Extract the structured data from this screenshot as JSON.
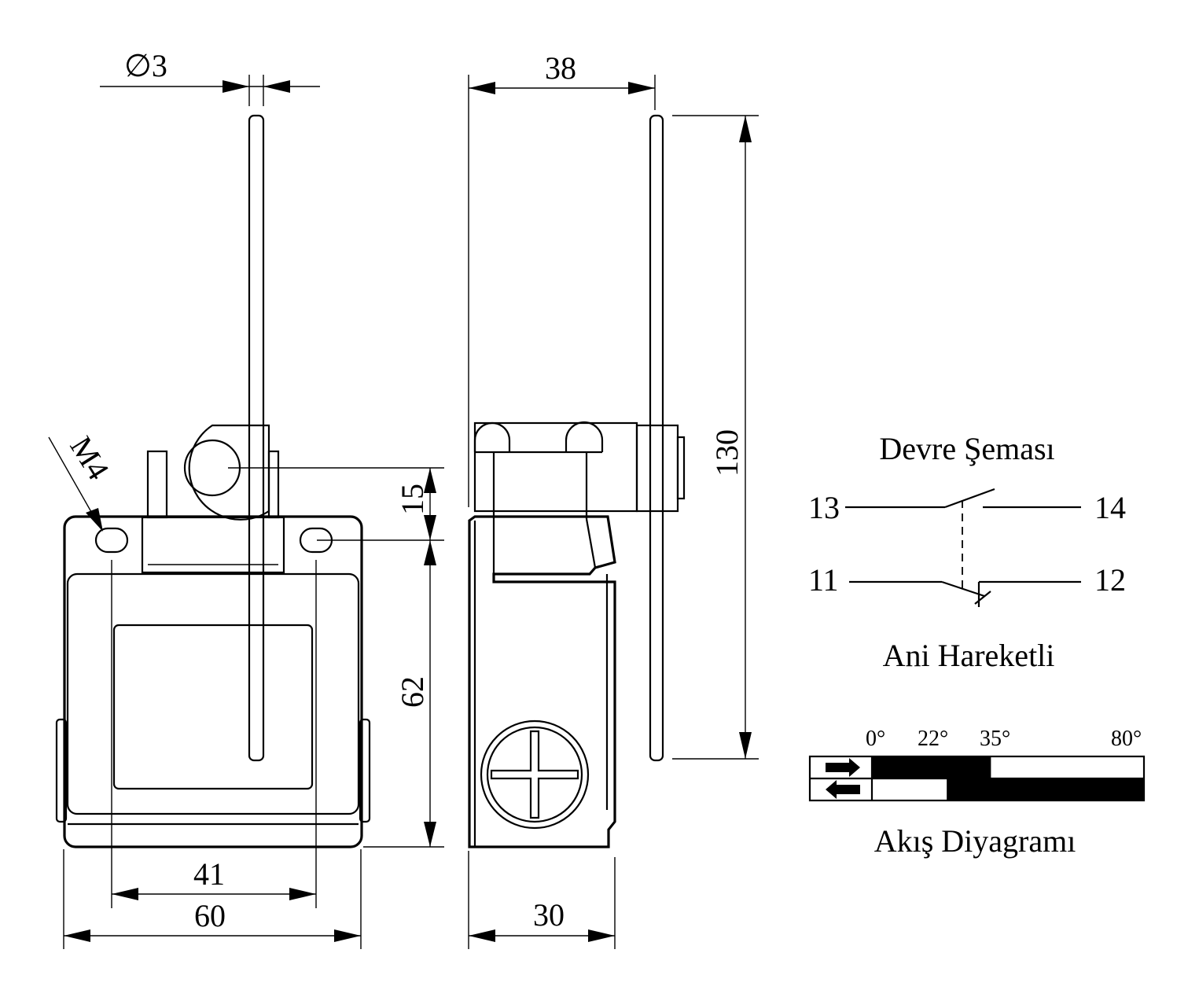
{
  "dimensions": {
    "dia_rod": "∅3",
    "side_width_top": "38",
    "height_total": "130",
    "pivot_offset": "15",
    "body_height": "62",
    "hole_spacing": "41",
    "body_width": "60",
    "side_width_bottom": "30",
    "thread": "M4"
  },
  "circuit": {
    "title": "Devre Şeması",
    "subtitle": "Ani Hareketli",
    "terminals": {
      "t13": "13",
      "t14": "14",
      "t11": "11",
      "t12": "12"
    }
  },
  "flow": {
    "title": "Akış Diyagramı",
    "angles": [
      "0°",
      "22°",
      "35°",
      "80°"
    ],
    "rows": [
      {
        "direction": "forward",
        "on_from_deg": 0,
        "on_to_deg": 35
      },
      {
        "direction": "return",
        "on_from_deg": 22,
        "on_to_deg": 80
      }
    ]
  }
}
